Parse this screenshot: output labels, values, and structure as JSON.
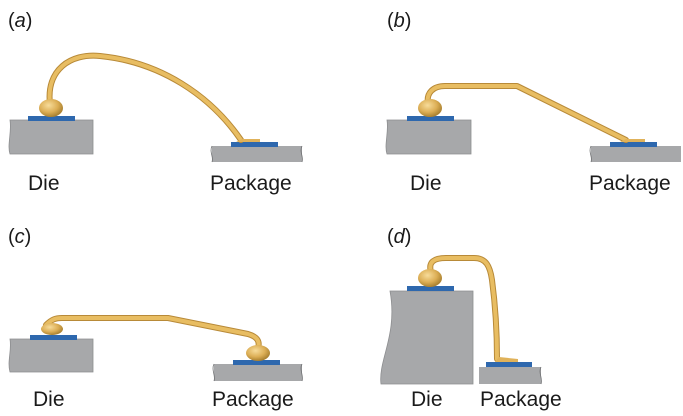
{
  "figure": {
    "panels": [
      {
        "id": "a",
        "label_open": "(",
        "letter": "a",
        "label_close": ")",
        "left_label": "Die",
        "right_label": "Package",
        "description": "ball bond on die, high arc loop, stitch bond on package"
      },
      {
        "id": "b",
        "label_open": "(",
        "letter": "b",
        "label_close": ")",
        "left_label": "Die",
        "right_label": "Package",
        "description": "ball bond on die, flat then angled loop, stitch bond on package"
      },
      {
        "id": "c",
        "label_open": "(",
        "letter": "c",
        "label_close": ")",
        "left_label": "Die",
        "right_label": "Package",
        "description": "reverse bond: ball bond on package, stitch on die ball"
      },
      {
        "id": "d",
        "label_open": "(",
        "letter": "d",
        "label_close": ")",
        "left_label": "Die",
        "right_label": "Package",
        "description": "tall die with short loop dropping vertically to package"
      }
    ],
    "colors": {
      "wire": "#e0b25a",
      "wire_shadow": "#b88a38",
      "pad": "#2e68ae",
      "substrate": "#a7a8aa",
      "substrate_edge": "#6f7072",
      "text": "#1a1a1a"
    }
  }
}
